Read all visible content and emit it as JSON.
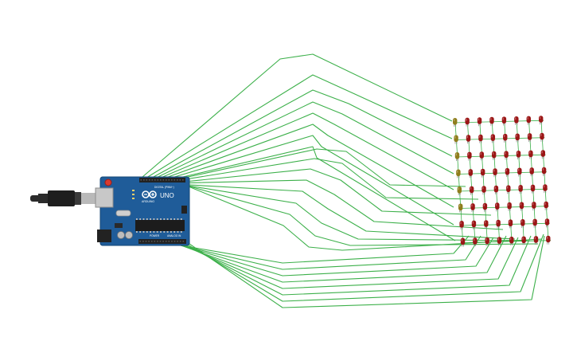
{
  "board": {
    "brand": "ARDUINO",
    "model": "UNO",
    "digital_label": "DIGITAL (PWM~)",
    "analog_label": "ANALOG IN",
    "power_label": "POWER",
    "pcb_color": "#1f5c99",
    "header_color": "#222222"
  },
  "colors": {
    "wire": "#3cb04a",
    "led_red": "#9b1616",
    "led_yellow": "#8f7d1c",
    "led_leg": "#8a8a8a",
    "usb_cable": "#2b2b2b"
  },
  "matrix": {
    "rows": 8,
    "cols": 8,
    "yellow_cells": [
      [
        0,
        0
      ],
      [
        1,
        0
      ],
      [
        2,
        0
      ],
      [
        3,
        0
      ],
      [
        4,
        0
      ],
      [
        5,
        0
      ]
    ]
  }
}
